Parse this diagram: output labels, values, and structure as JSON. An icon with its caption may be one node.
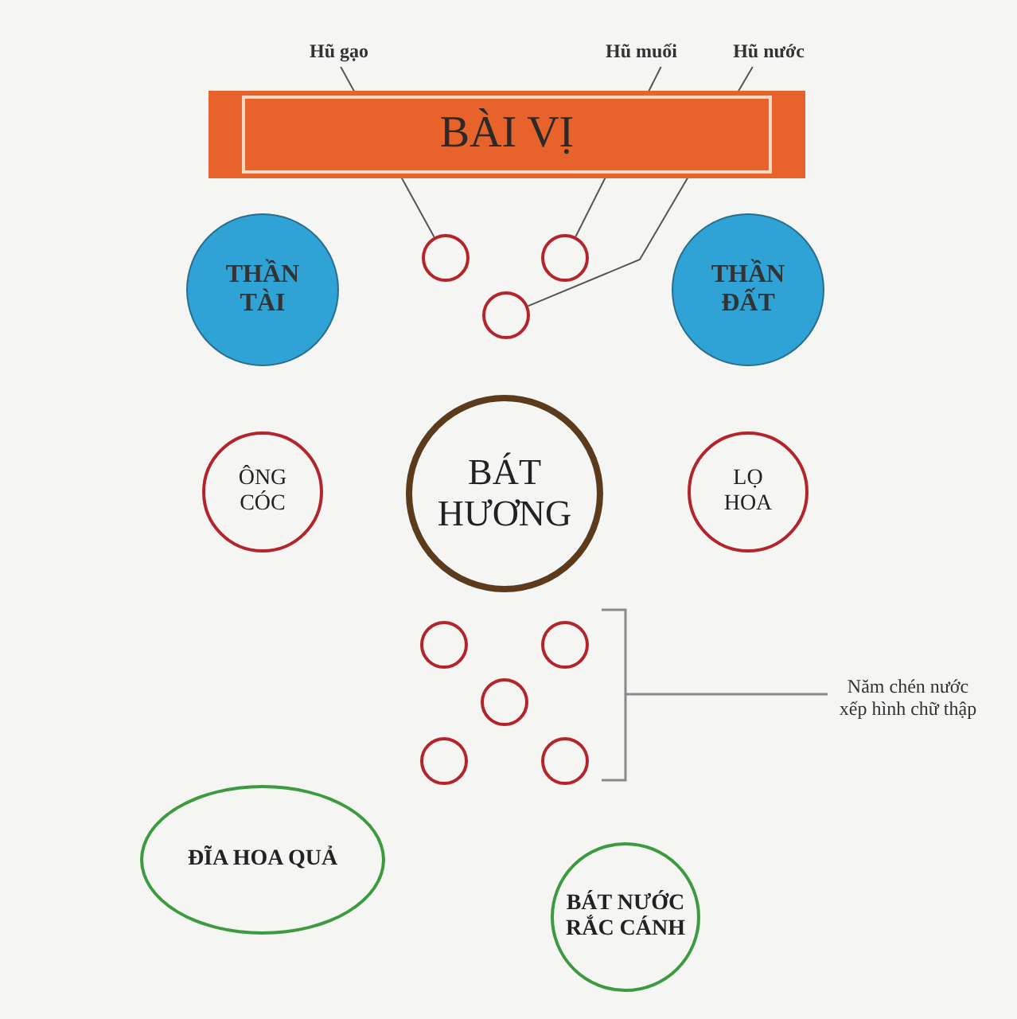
{
  "diagram": {
    "nodes": [
      {
        "text": [
          "Hũ gạo"
        ]
      },
      {
        "text": [
          "Hũ muối"
        ]
      },
      {
        "text": [
          "Hũ nước"
        ]
      },
      {
        "text": [
          "BÀI VỊ"
        ]
      },
      {
        "text": [
          "THẦN TÀI"
        ]
      },
      {
        "text": [],
        "shape": "circle"
      },
      {
        "text": [],
        "shape": "circle"
      },
      {
        "text": [
          "THẦN ĐẤT"
        ]
      },
      {
        "text": [],
        "shape": "circle"
      },
      {
        "text": [
          "ÔNG CÓC"
        ]
      },
      {
        "text": [
          "BÁT HƯƠNG"
        ]
      },
      {
        "text": [
          "LỌ HOA"
        ]
      },
      {
        "text": [],
        "shape": "circle"
      },
      {
        "text": [],
        "shape": "circle"
      },
      {
        "text": [],
        "shape": "circle"
      },
      {
        "text": [],
        "shape": "circle"
      },
      {
        "text": [],
        "shape": "circle"
      },
      {
        "text": [
          "ĐĨA HOA QUẢ"
        ]
      },
      {
        "text": [
          "BÁT NƯỚC RẮC CÁNH"
        ]
      }
    ],
    "edges": [
      {
        "from": 0,
        "to": 5,
        "arrow": "none"
      },
      {
        "from": 1,
        "to": 6,
        "arrow": "none"
      },
      {
        "from": 2,
        "to": 8,
        "arrow": "none"
      }
    ],
    "labels": [
      "Năm chén nước xếp hình chữ thập"
    ]
  }
}
